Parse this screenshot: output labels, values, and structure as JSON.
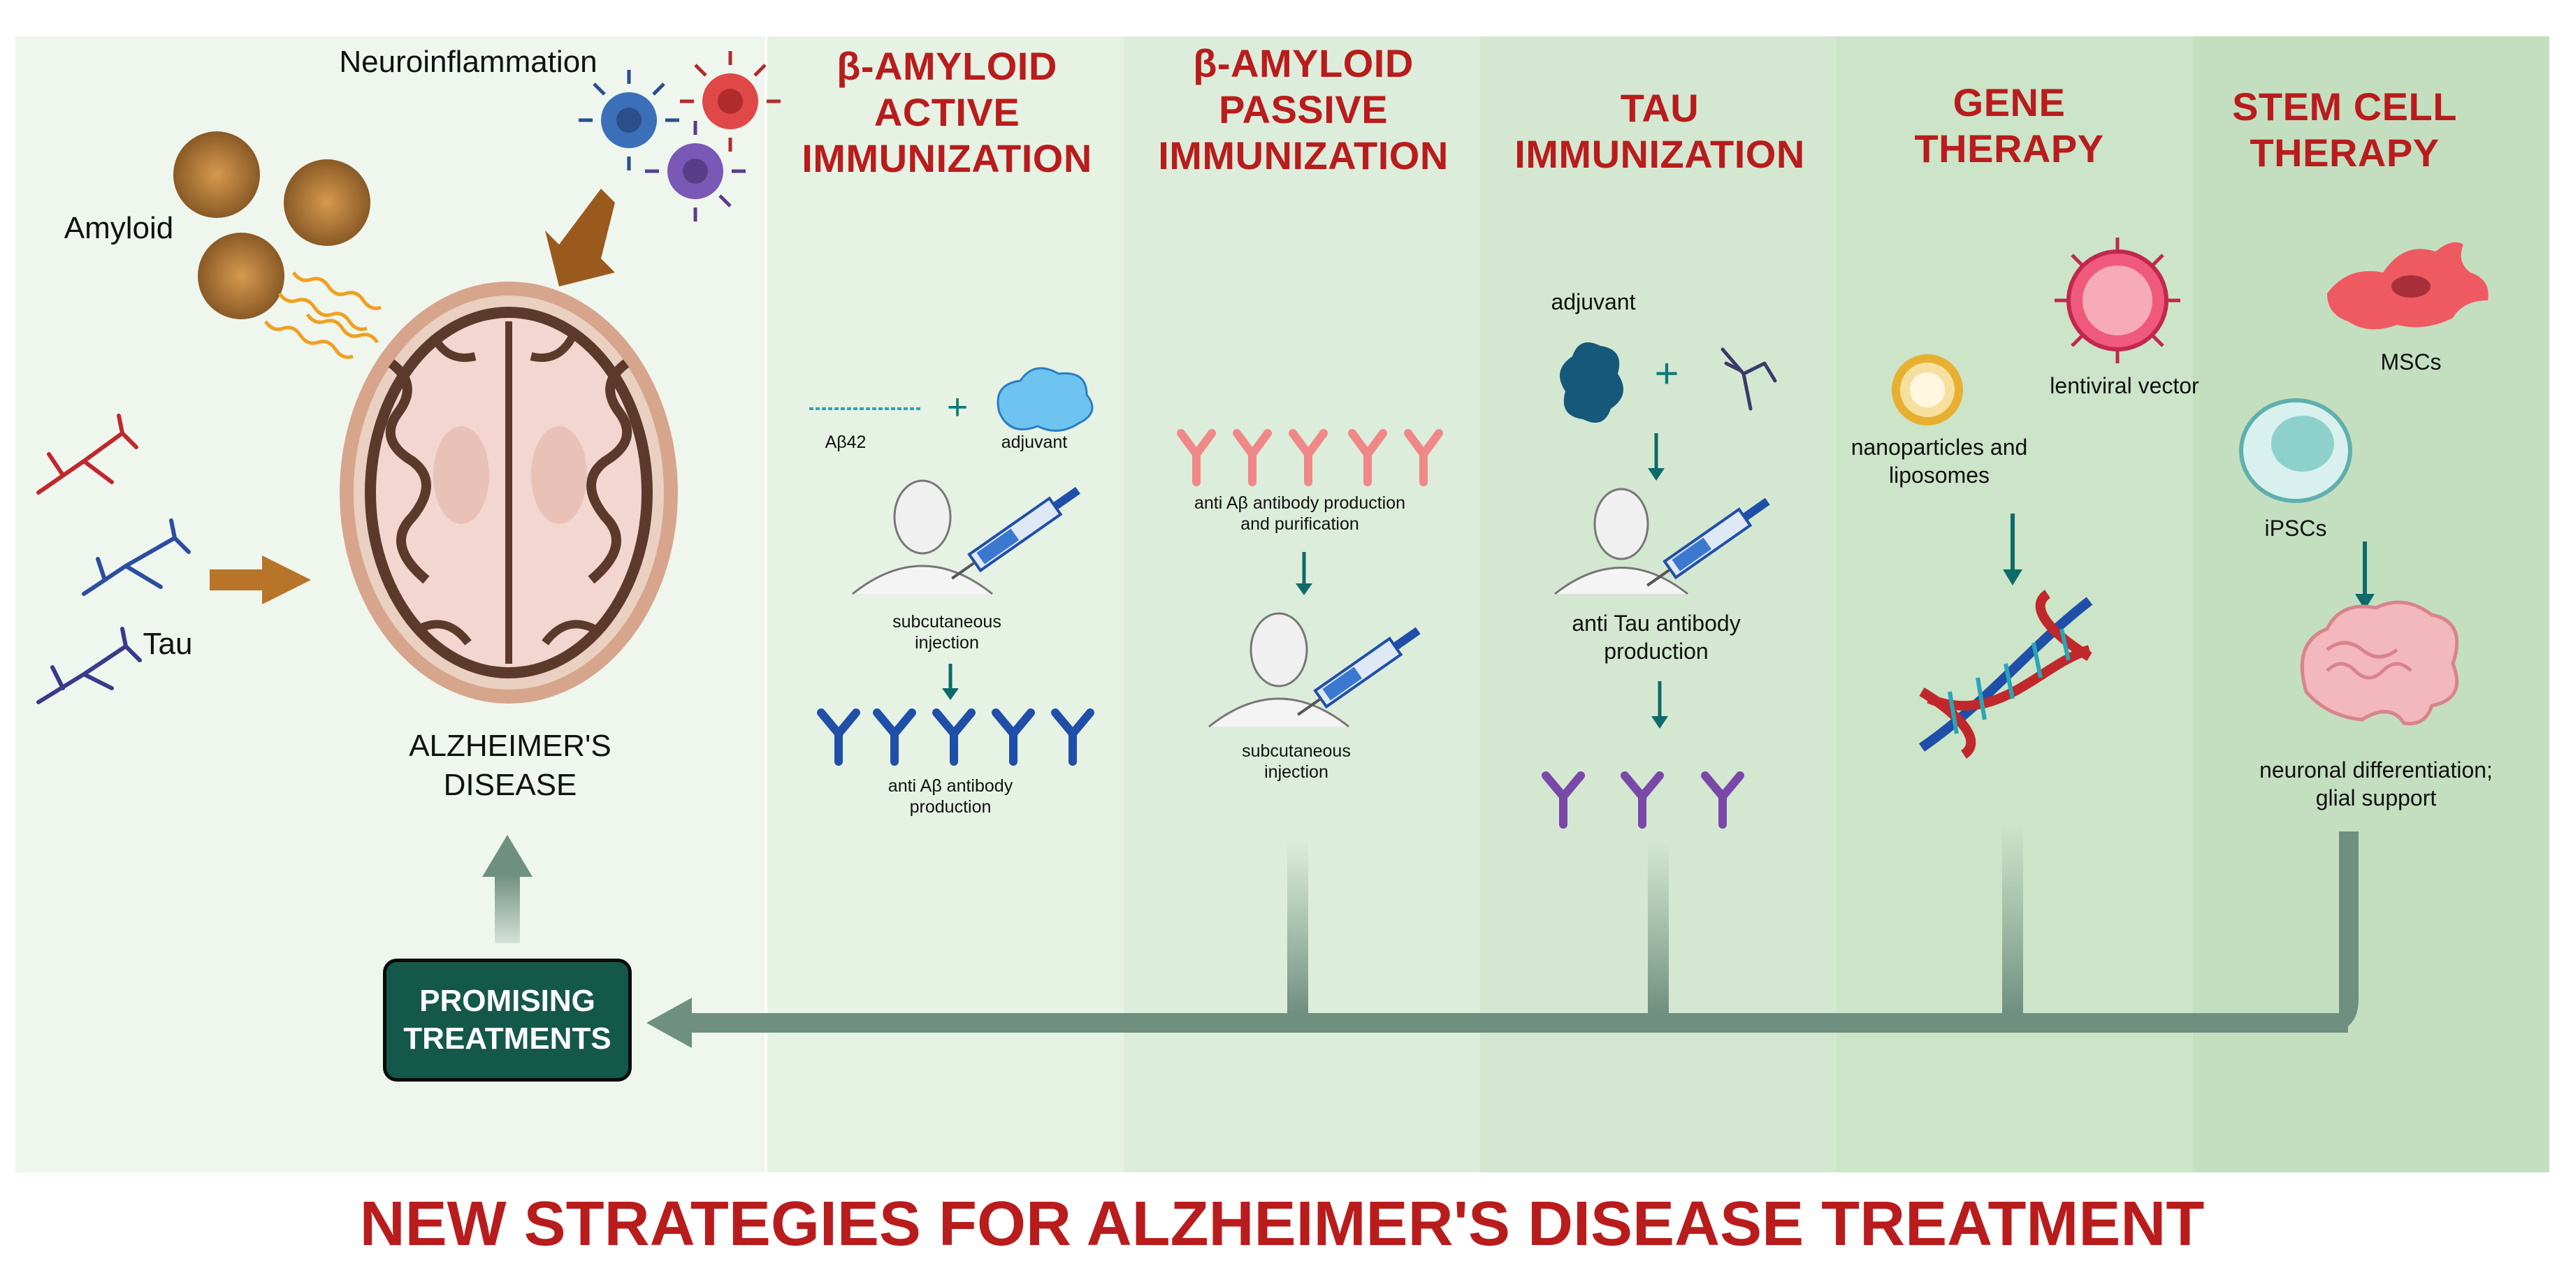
{
  "disease_panel": {
    "neuroinflammation": "Neuroinflammation",
    "amyloid": "Amyloid",
    "tau": "Tau",
    "disease_line1": "ALZHEIMER'S",
    "disease_line2": "DISEASE"
  },
  "promising_treatments": {
    "line1": "PROMISING",
    "line2": "TREATMENTS"
  },
  "columns": {
    "active": {
      "title1": "β-AMYLOID",
      "title2": "ACTIVE",
      "title3": "IMMUNIZATION",
      "abeta42": "Aβ42",
      "adjuvant": "adjuvant",
      "injection1": "subcutaneous",
      "injection2": "injection",
      "production1": "anti Aβ antibody",
      "production2": "production"
    },
    "passive": {
      "title1": "β-AMYLOID",
      "title2": "PASSIVE",
      "title3": "IMMUNIZATION",
      "production1": "anti Aβ antibody production",
      "production2": "and purification",
      "injection1": "subcutaneous",
      "injection2": "injection"
    },
    "tau": {
      "title1": "TAU",
      "title2": "IMMUNIZATION",
      "adjuvant": "adjuvant",
      "production1": "anti Tau antibody",
      "production2": "production"
    },
    "gene": {
      "title1": "GENE",
      "title2": "THERAPY",
      "lentiviral": "lentiviral vector",
      "nano1": "nanoparticles and",
      "nano2": "liposomes"
    },
    "stem": {
      "title1": "STEM CELL",
      "title2": "THERAPY",
      "mscs": "MSCs",
      "ipscs": "iPSCs",
      "diff1": "neuronal differentiation;",
      "diff2": "glial support"
    }
  },
  "footer_title": "NEW STRATEGIES FOR ALZHEIMER'S DISEASE TREATMENT",
  "colors": {
    "title_red": "#b91c1c",
    "teal_arrow": "#0f6a6a",
    "connector": "#6f8f80",
    "button": "#14584a"
  }
}
